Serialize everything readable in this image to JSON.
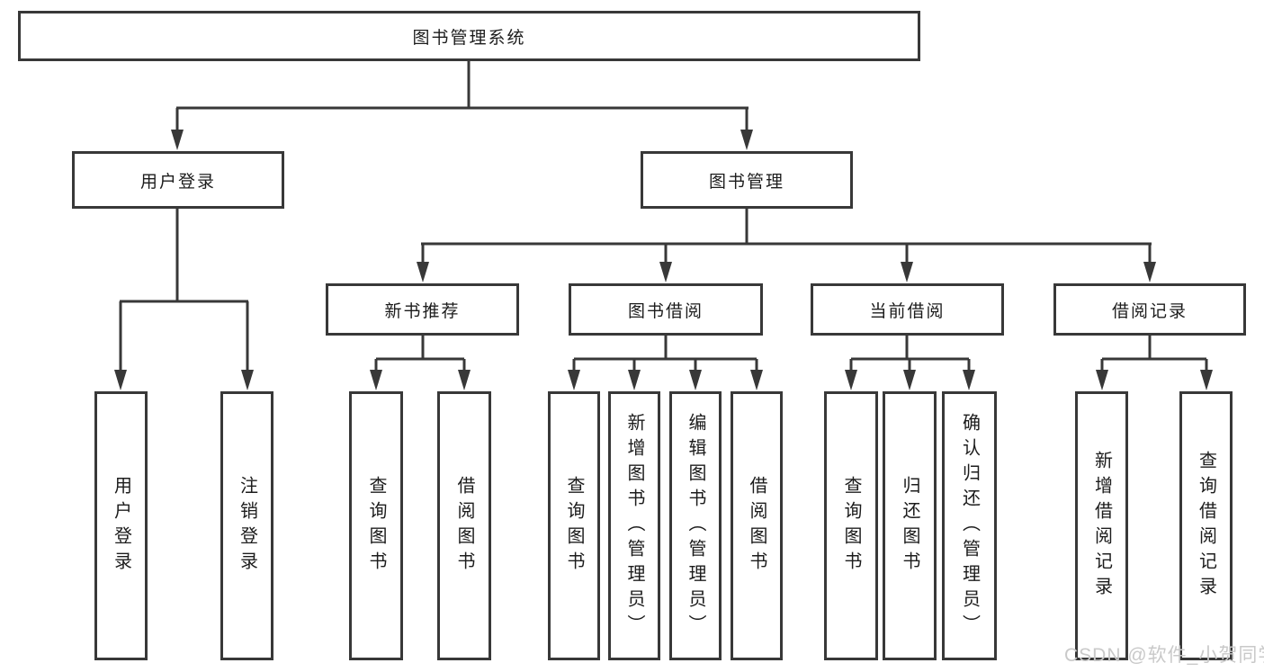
{
  "diagram_title": "图书管理系统",
  "tree": {
    "label": "图书管理系统",
    "children": [
      {
        "label": "用户登录",
        "children": [
          {
            "label": "用户登录"
          },
          {
            "label": "注销登录"
          }
        ]
      },
      {
        "label": "图书管理",
        "children": [
          {
            "label": "新书推荐",
            "children": [
              {
                "label": "查询图书"
              },
              {
                "label": "借阅图书"
              }
            ]
          },
          {
            "label": "图书借阅",
            "children": [
              {
                "label": "查询图书"
              },
              {
                "label": "新增图书（管理员）"
              },
              {
                "label": "编辑图书（管理员）"
              },
              {
                "label": "借阅图书"
              }
            ]
          },
          {
            "label": "当前借阅",
            "children": [
              {
                "label": "查询图书"
              },
              {
                "label": "归还图书"
              },
              {
                "label": "确认归还（管理员）"
              }
            ]
          },
          {
            "label": "借阅记录",
            "children": [
              {
                "label": "新增借阅记录"
              },
              {
                "label": "查询借阅记录"
              }
            ]
          }
        ]
      }
    ]
  },
  "watermark": {
    "text": "CSDN @软件_小贺同学"
  },
  "colors": {
    "line": "#383838",
    "box_border": "#383838",
    "box_fill": "#ffffff",
    "text": "#1c1c1c",
    "watermark": "#c9c9c9",
    "background": "#ffffff"
  }
}
